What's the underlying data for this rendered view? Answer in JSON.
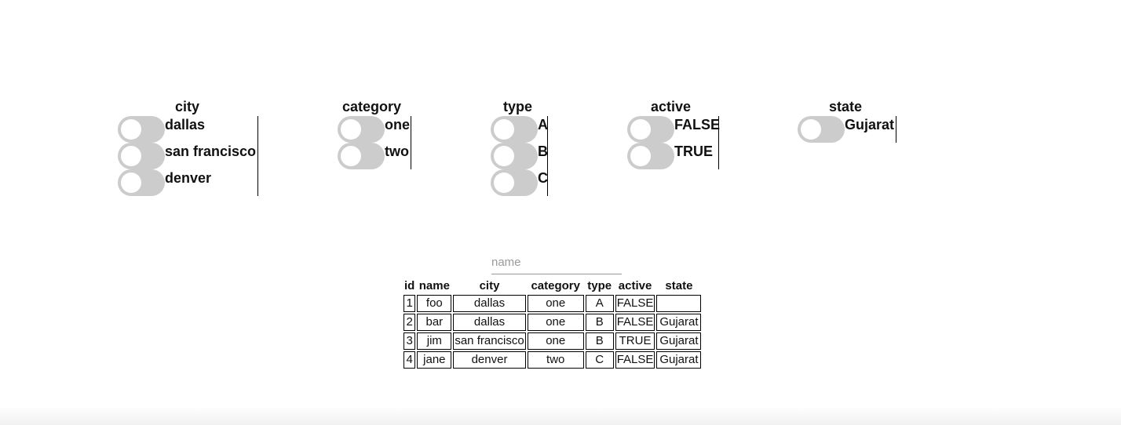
{
  "filters": [
    {
      "title": "city",
      "options": [
        "dallas",
        "san francisco",
        "denver"
      ]
    },
    {
      "title": "category",
      "options": [
        "one",
        "two"
      ]
    },
    {
      "title": "type",
      "options": [
        "A",
        "B",
        "C"
      ]
    },
    {
      "title": "active",
      "options": [
        "FALSE",
        "TRUE"
      ]
    },
    {
      "title": "state",
      "options": [
        "Gujarat"
      ]
    }
  ],
  "search": {
    "placeholder": "name",
    "value": ""
  },
  "table": {
    "headers": [
      "id",
      "name",
      "city",
      "category",
      "type",
      "active",
      "state"
    ],
    "rows": [
      [
        "1",
        "foo",
        "dallas",
        "one",
        "A",
        "FALSE",
        ""
      ],
      [
        "2",
        "bar",
        "dallas",
        "one",
        "B",
        "FALSE",
        "Gujarat"
      ],
      [
        "3",
        "jim",
        "san francisco",
        "one",
        "B",
        "TRUE",
        "Gujarat"
      ],
      [
        "4",
        "jane",
        "denver",
        "two",
        "C",
        "FALSE",
        "Gujarat"
      ]
    ]
  }
}
